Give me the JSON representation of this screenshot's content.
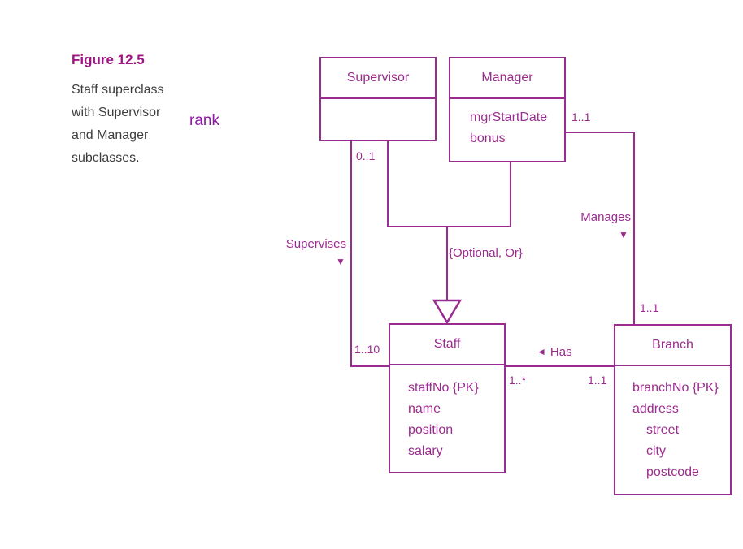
{
  "colors": {
    "line": "#9b2c8f",
    "caption_title": "#a21285",
    "caption_text": "#3e3e3e",
    "rank": "#8e17a6"
  },
  "caption": {
    "title": "Figure 12.5",
    "lines": [
      "Staff superclass",
      "with Supervisor",
      "and Manager",
      "subclasses."
    ]
  },
  "annotation": {
    "rank": "rank"
  },
  "entities": {
    "supervisor": {
      "title": "Supervisor",
      "attributes": []
    },
    "manager": {
      "title": "Manager",
      "attributes": [
        "mgrStartDate",
        "bonus"
      ]
    },
    "staff": {
      "title": "Staff",
      "attributes": [
        "staffNo {PK}",
        "name",
        "position",
        "salary"
      ]
    },
    "branch": {
      "title": "Branch",
      "attributes": [
        "branchNo {PK}",
        "address",
        "street",
        "city",
        "postcode"
      ]
    }
  },
  "relationships": {
    "supervises": {
      "label": "Supervises",
      "supervisor_mult": "0..1",
      "staff_mult": "1..10"
    },
    "manages": {
      "label": "Manages",
      "manager_mult": "1..1",
      "branch_mult": "1..1"
    },
    "has": {
      "label": "Has",
      "staff_mult": "1..*",
      "branch_mult": "1..1"
    }
  },
  "constraint": {
    "participation": "{Optional, Or}"
  },
  "icons": {
    "arrow_down": "▼",
    "arrow_left": "◄"
  }
}
